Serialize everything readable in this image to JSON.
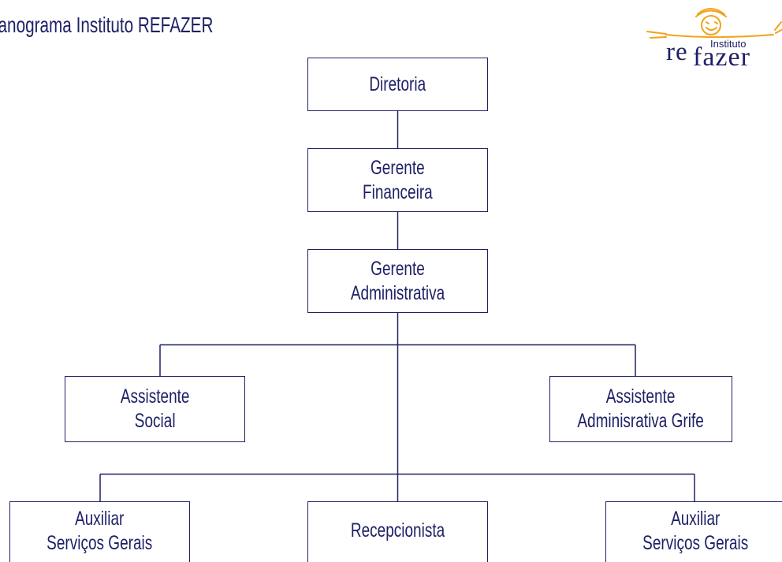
{
  "title": "ganograma Instituto REFAZER",
  "logo": {
    "prefix": "re",
    "word": "fazer",
    "tagline": "Instituto"
  },
  "colors": {
    "ink": "#1f2166",
    "logo_accent": "#f2a31b",
    "background": "#ffffff"
  },
  "nodes": {
    "diretoria": "Diretoria",
    "gerente_financeira": "Gerente\nFinanceira",
    "gerente_administrativa": "Gerente\nAdministrativa",
    "assistente_social": "Assistente\nSocial",
    "assistente_grife": "Assistente\nAdminisrativa Grife",
    "auxiliar_1": "Auxiliar\nServiços Gerais",
    "recepcionista": "Recepcionista",
    "auxiliar_2": "Auxiliar\nServiços Gerais"
  }
}
